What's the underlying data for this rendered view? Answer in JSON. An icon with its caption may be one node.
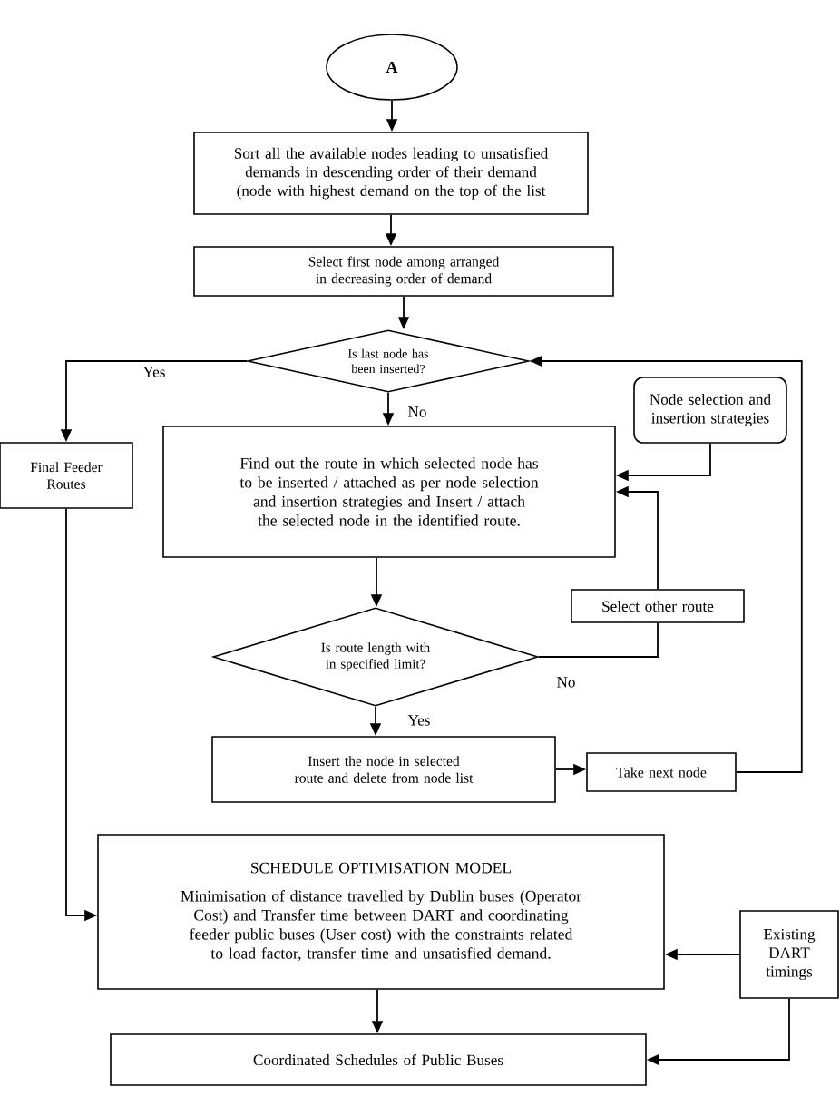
{
  "diagram": {
    "nodes": [
      {
        "text": [
          "A"
        ]
      },
      {
        "text": [
          "Sort all the available nodes leading to unsatisfied demands in descending order of their demand (node with highest demand on the top of the list"
        ]
      },
      {
        "text": [
          "Select first node among arranged in decreasing order of demand"
        ]
      },
      {
        "text": [
          "Is last node has been inserted?"
        ]
      },
      {
        "text": [
          "Final Feeder Routes"
        ]
      },
      {
        "text": [
          "Node selection and insertion strategies"
        ]
      },
      {
        "text": [
          "Find out the route in which selected node has to be inserted / attached as per node selection and insertion strategies and Insert / attach the selected node in the identified route."
        ]
      },
      {
        "text": [
          "Select other route"
        ]
      },
      {
        "text": [
          "Is route length with in specified limit?"
        ]
      },
      {
        "text": [
          "Insert the node in selected route and delete from node list"
        ]
      },
      {
        "text": [
          "Take next node"
        ]
      },
      {
        "text": [
          "SCHEDULE OPTIMISATION MODEL",
          "Minimisation of distance travelled by Dublin buses (Operator Cost) and Transfer time between DART and coordinating feeder public buses (User cost) with the constraints related to load factor, transfer time and unsatisfied demand."
        ]
      },
      {
        "text": [
          "Existing DART timings"
        ]
      },
      {
        "text": [
          "Coordinated Schedules of Public Buses"
        ]
      }
    ],
    "edges": [
      {
        "from": 0,
        "to": 1,
        "arrow": "to"
      },
      {
        "from": 1,
        "to": 2,
        "arrow": "to"
      },
      {
        "from": 2,
        "to": 3,
        "arrow": "to"
      },
      {
        "from": 3,
        "to": 4,
        "arrow": "to",
        "label": "Yes"
      },
      {
        "from": 3,
        "to": 6,
        "arrow": "to",
        "label": "No"
      },
      {
        "from": 5,
        "to": 6,
        "arrow": "to"
      },
      {
        "from": 6,
        "to": 8,
        "arrow": "to"
      },
      {
        "from": 8,
        "to": 7,
        "arrow": "none",
        "label": "No"
      },
      {
        "from": 7,
        "to": 6,
        "arrow": "to"
      },
      {
        "from": 8,
        "to": 9,
        "arrow": "to",
        "label": "Yes"
      },
      {
        "from": 9,
        "to": 10,
        "arrow": "to"
      },
      {
        "from": 10,
        "to": 3,
        "arrow": "to"
      },
      {
        "from": 4,
        "to": 11,
        "arrow": "to"
      },
      {
        "from": 12,
        "to": 11,
        "arrow": "to"
      },
      {
        "from": 11,
        "to": 13,
        "arrow": "to"
      },
      {
        "from": 12,
        "to": 13,
        "arrow": "to"
      }
    ]
  }
}
